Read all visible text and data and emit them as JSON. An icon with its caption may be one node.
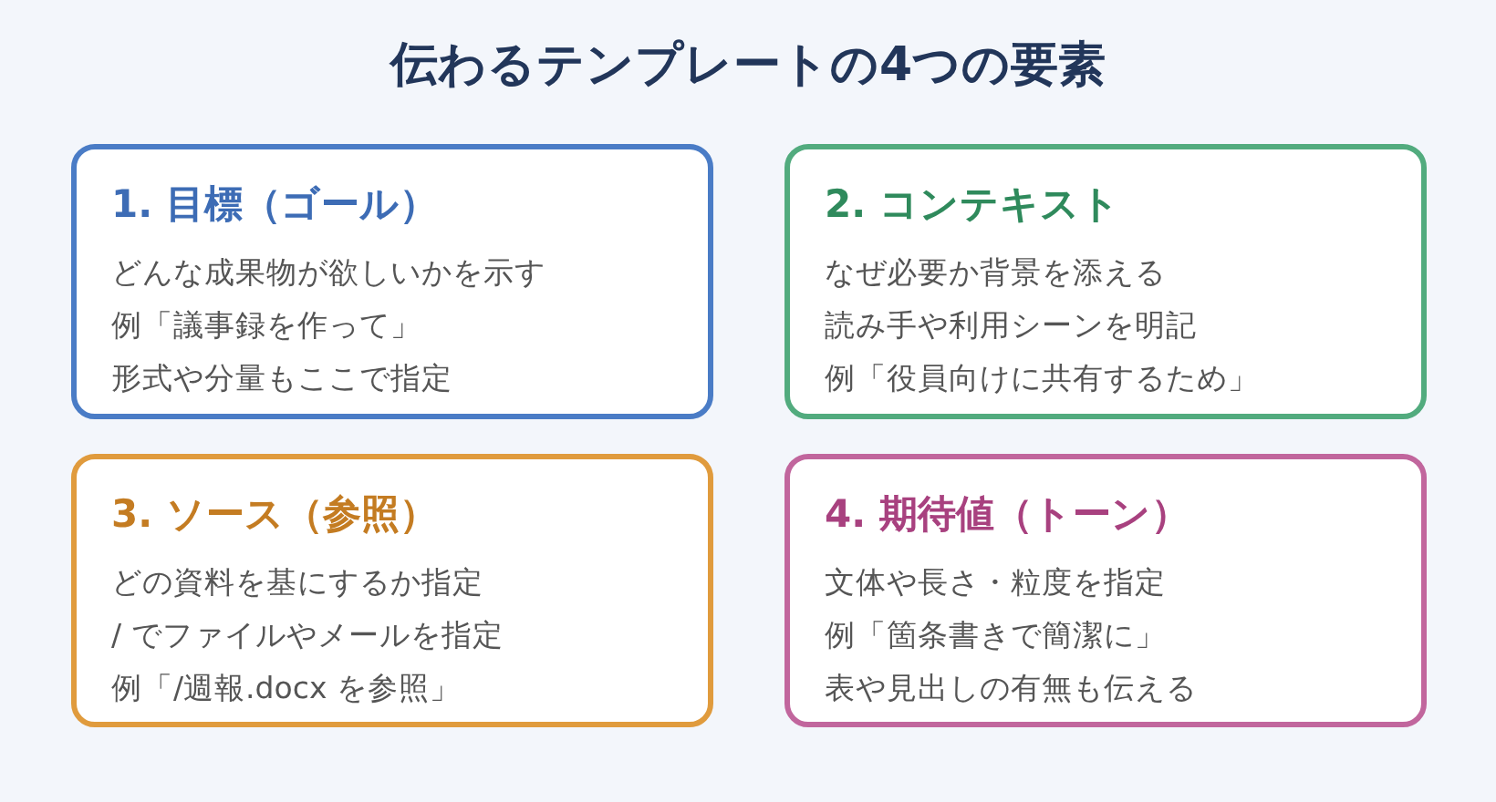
{
  "diagram": {
    "title": "伝わるテンプレートの4つの要素",
    "nodes": [
      {
        "text": [
          "1. 目標（ゴール）",
          "どんな成果物が欲しいかを示す",
          "例「議事録を作って」",
          "形式や分量もここで指定"
        ]
      },
      {
        "text": [
          "2. コンテキスト",
          "なぜ必要か背景を添える",
          "読み手や利用シーンを明記",
          "例「役員向けに共有するため」"
        ]
      },
      {
        "text": [
          "3. ソース（参照）",
          "どの資料を基にするか指定",
          "/ でファイルやメールを指定",
          "例「/週報.docx を参照」"
        ]
      },
      {
        "text": [
          "4. 期待値（トーン）",
          "文体や長さ・粒度を指定",
          "例「箇条書きで簡潔に」",
          "表や見出しの有無も伝える"
        ]
      }
    ]
  }
}
